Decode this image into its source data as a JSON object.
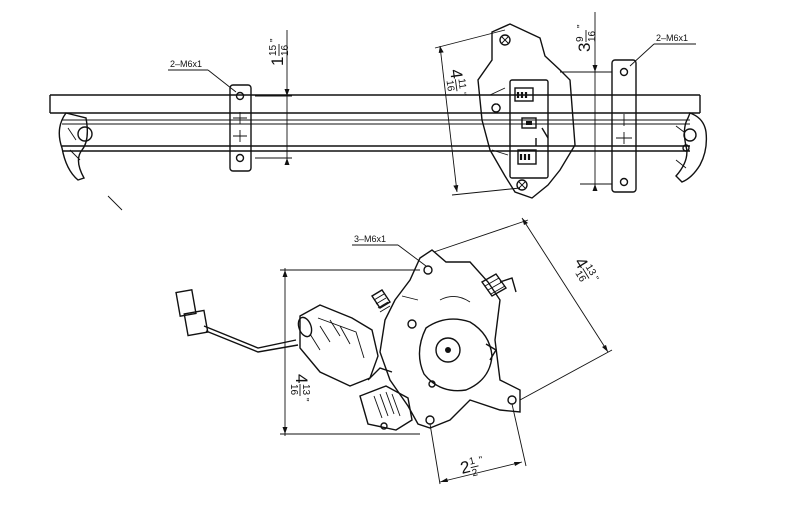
{
  "callouts": {
    "left_bracket": "2–M6x1",
    "right_bracket": "2–M6x1",
    "motor_mounts": "3–M6x1"
  },
  "dimensions": {
    "rail_bracket_height": {
      "whole": "1",
      "num": "15",
      "den": "16",
      "unit": "\""
    },
    "carrier_plate_height": {
      "whole": "4",
      "num": "11",
      "den": "16",
      "unit": "\""
    },
    "right_bracket_height": {
      "whole": "3",
      "num": "9",
      "den": "16",
      "unit": "\""
    },
    "motor_mount_span": {
      "whole": "4",
      "num": "13",
      "den": "16",
      "unit": "\""
    },
    "motor_vertical_span": {
      "whole": "4",
      "num": "13",
      "den": "16",
      "unit": "\""
    },
    "motor_bottom_span": {
      "whole": "2",
      "num": "1",
      "den": "2",
      "unit": "\""
    }
  }
}
